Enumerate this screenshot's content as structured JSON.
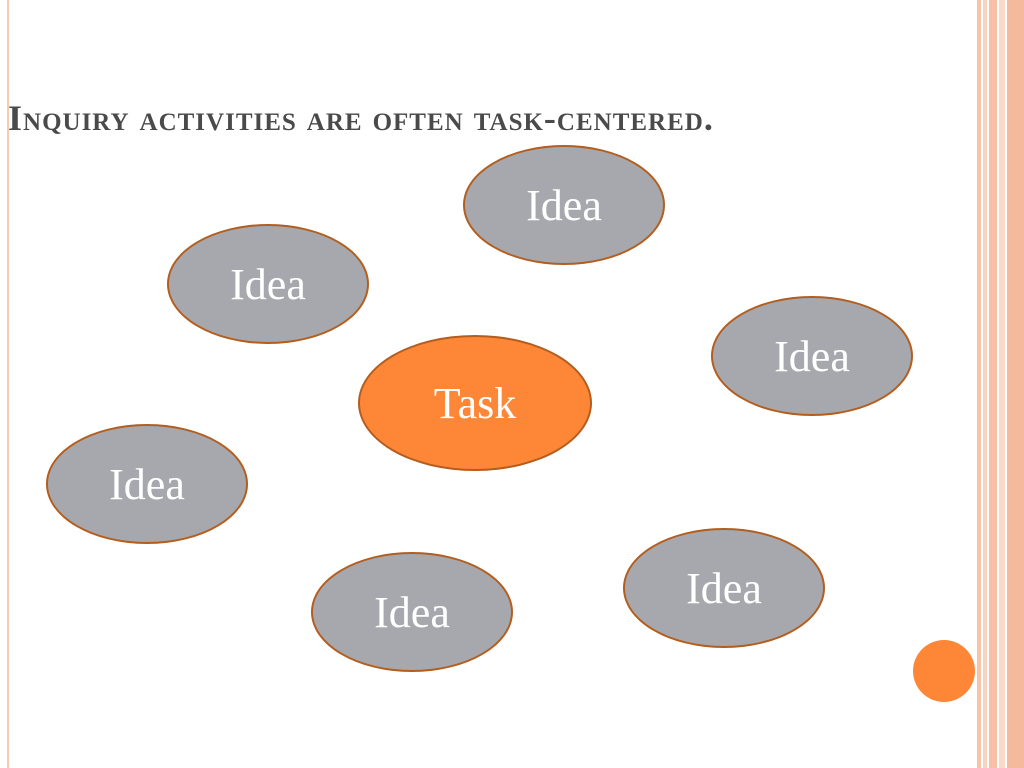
{
  "slide": {
    "title": "Inquiry activities are often task-centered."
  },
  "diagram": {
    "center": {
      "label": "Task"
    },
    "ideas": [
      {
        "label": "Idea"
      },
      {
        "label": "Idea"
      },
      {
        "label": "Idea"
      },
      {
        "label": "Idea"
      },
      {
        "label": "Idea"
      },
      {
        "label": "Idea"
      }
    ]
  },
  "colors": {
    "idea_fill": "#a6a8ae",
    "task_fill": "#fd8637",
    "node_border": "#b35e1e",
    "accent_stripes": "#f5b99c",
    "title_text": "#4a4a4a"
  }
}
